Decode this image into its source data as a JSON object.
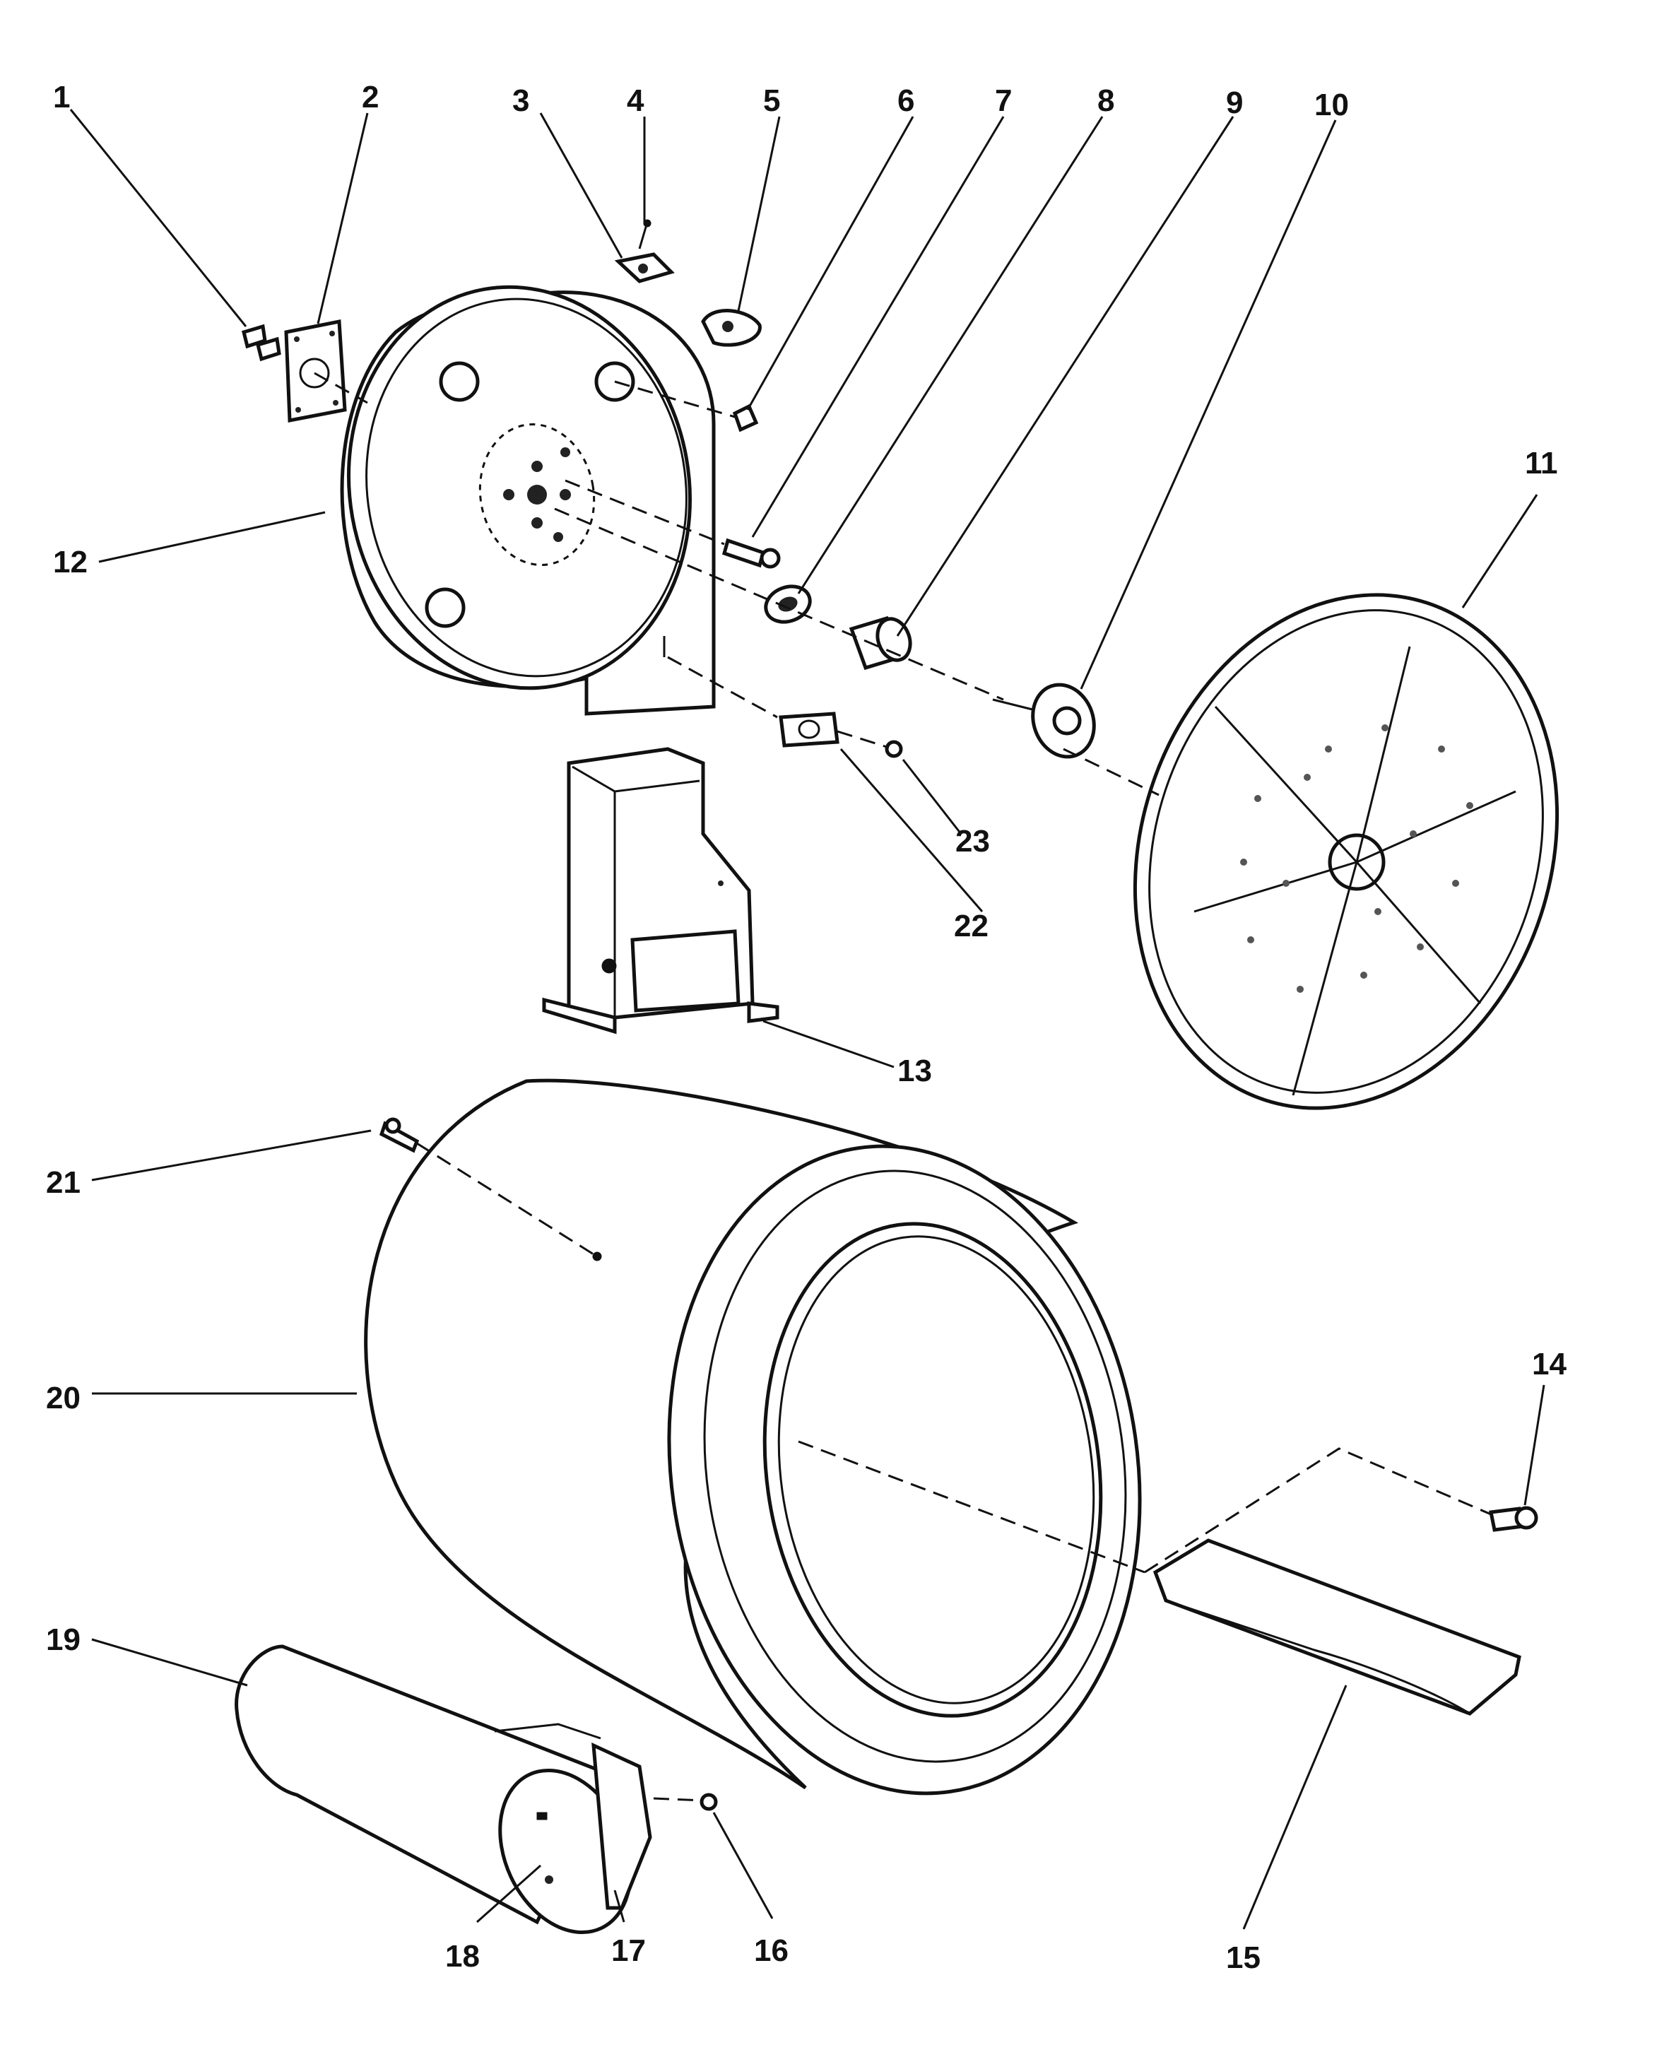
{
  "callouts": [
    {
      "n": "1"
    },
    {
      "n": "2"
    },
    {
      "n": "3"
    },
    {
      "n": "4"
    },
    {
      "n": "5"
    },
    {
      "n": "6"
    },
    {
      "n": "7"
    },
    {
      "n": "8"
    },
    {
      "n": "9"
    },
    {
      "n": "10"
    },
    {
      "n": "11"
    },
    {
      "n": "12"
    },
    {
      "n": "13"
    },
    {
      "n": "14"
    },
    {
      "n": "15"
    },
    {
      "n": "16"
    },
    {
      "n": "17"
    },
    {
      "n": "18"
    },
    {
      "n": "19"
    },
    {
      "n": "20"
    },
    {
      "n": "21"
    },
    {
      "n": "22"
    },
    {
      "n": "23"
    }
  ]
}
